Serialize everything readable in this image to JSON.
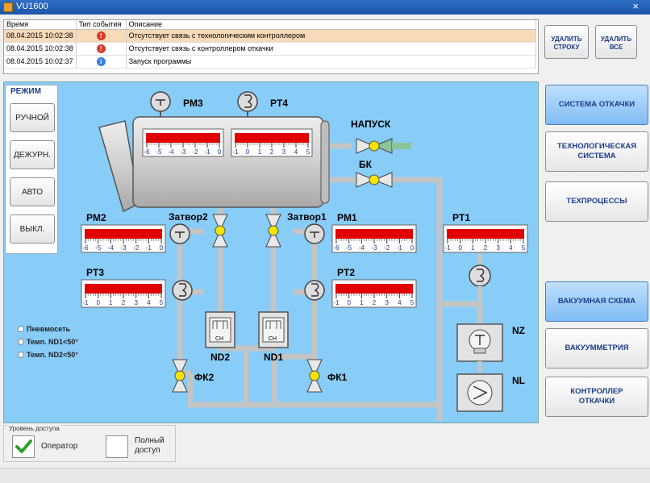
{
  "window": {
    "title": "VU1600",
    "close_icon": "×"
  },
  "log": {
    "columns": [
      "Время",
      "Тип события",
      "Описание"
    ],
    "rows": [
      {
        "time": "08.04.2015 10:02:38",
        "type_icon": "error-icon",
        "text": "Отсутствует связь с технологическим контроллером"
      },
      {
        "time": "08.04.2015 10:02:38",
        "type_icon": "error-icon",
        "text": "Отсутствует связь с контроллером откачки"
      },
      {
        "time": "08.04.2015 10:02:37",
        "type_icon": "info-icon",
        "text": "Запуск программы"
      }
    ],
    "delete_row_line1": "УДАЛИТЬ",
    "delete_row_line2": "СТРОКУ",
    "delete_all_line1": "УДАЛИТЬ",
    "delete_all_line2": "ВСЕ"
  },
  "mode": {
    "title": "РЕЖИМ",
    "buttons": [
      "РУЧНОЙ",
      "ДЕЖУРН.",
      "АВТО",
      "ВЫКЛ."
    ]
  },
  "nav": {
    "top": [
      {
        "line1": "СИСТЕМА ОТКАЧКИ",
        "line2": "",
        "active": true
      },
      {
        "line1": "ТЕХНОЛОГИЧЕСКАЯ",
        "line2": "СИСТЕМА",
        "active": false
      },
      {
        "line1": "ТЕХПРОЦЕССЫ",
        "line2": "",
        "active": false
      }
    ],
    "bottom": [
      {
        "line1": "ВАКУУМНАЯ СХЕМА",
        "line2": "",
        "active": true
      },
      {
        "line1": "ВАКУУММЕТРИЯ",
        "line2": "",
        "active": false
      },
      {
        "line1": "КОНТРОЛЛЕР",
        "line2": "ОТКАЧКИ",
        "active": false
      }
    ]
  },
  "legend": [
    "Пневмосеть",
    "Темп. ND1<50°",
    "Темп. ND2<50°"
  ],
  "scheme": {
    "labels": {
      "pm3": "PM3",
      "pt4": "PT4",
      "napusk": "НАПУСК",
      "bk": "БК",
      "pm2": "PM2",
      "zatvor2": "Затвор2",
      "zatvor1": "Затвор1",
      "pm1": "PM1",
      "pt1": "PT1",
      "pt3": "PT3",
      "pt2": "PT2",
      "nd2": "ND2",
      "nd1": "ND1",
      "fk2": "ФК2",
      "fk1": "ФК1",
      "nz": "NZ",
      "nl": "NL",
      "pump_ch": "CH"
    },
    "scale_neg": [
      "-6",
      "-5",
      "-4",
      "-3",
      "-2",
      "-1",
      "0"
    ],
    "scale_pos": [
      "-1",
      "0",
      "1",
      "2",
      "3",
      "4",
      "5"
    ]
  },
  "access": {
    "title": "Уровень доступа",
    "operator": "Оператор",
    "full_line1": "Полный",
    "full_line2": "доступ"
  },
  "colors": {
    "pipe": "#c9c9c9",
    "valve": "#f6e400",
    "bar": "#e00000",
    "panel": "#88ccf8"
  }
}
